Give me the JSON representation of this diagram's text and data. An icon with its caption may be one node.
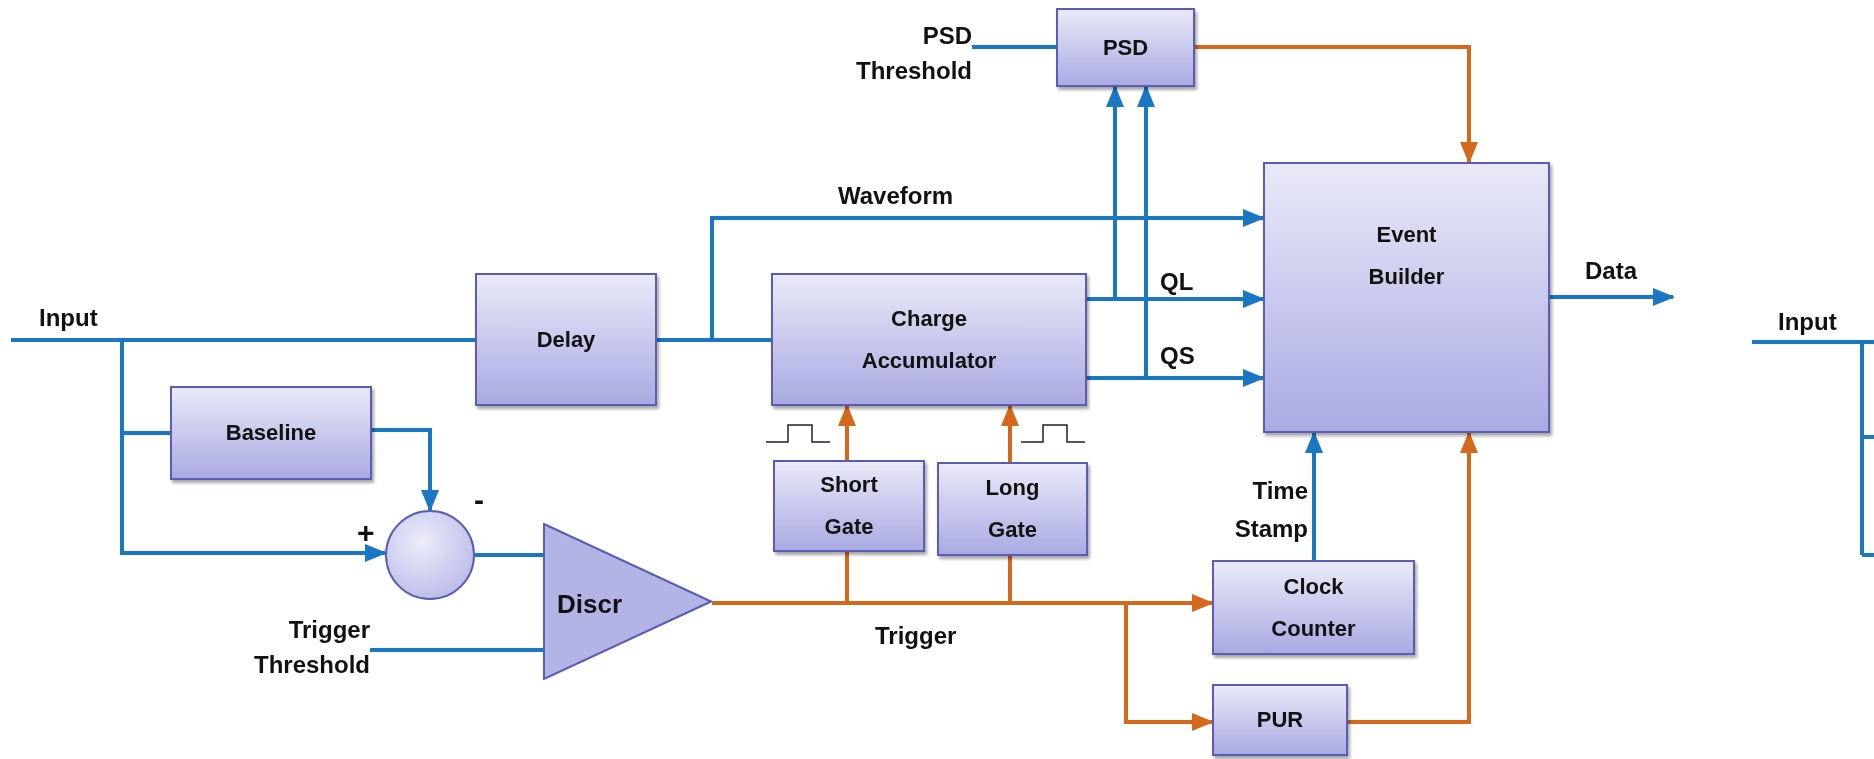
{
  "diagram": {
    "nodes": [
      {
        "text": [
          "Input"
        ]
      },
      {
        "text": [
          "Delay"
        ]
      },
      {
        "text": [
          "Baseline"
        ]
      },
      {
        "text": [],
        "shape": "circle"
      },
      {
        "text": [
          "Discr"
        ]
      },
      {
        "text": [
          "Trigger Threshold"
        ]
      },
      {
        "text": [
          "Charge Accumulator"
        ]
      },
      {
        "text": [
          "Short Gate"
        ]
      },
      {
        "text": [
          "Long Gate"
        ]
      },
      {
        "text": [
          "PSD Threshold"
        ]
      },
      {
        "text": [
          "PSD"
        ]
      },
      {
        "text": [
          "Event Builder"
        ]
      },
      {
        "text": [
          "Clock Counter"
        ]
      },
      {
        "text": [
          "PUR"
        ]
      }
    ],
    "edges": [
      {
        "from": 0,
        "to": 1,
        "arrow": "none"
      },
      {
        "from": 0,
        "to": 2,
        "arrow": "none"
      },
      {
        "from": 0,
        "to": 3,
        "arrow": "to"
      },
      {
        "from": 2,
        "to": 3,
        "arrow": "to"
      },
      {
        "from": 3,
        "to": 4,
        "arrow": "none"
      },
      {
        "from": 5,
        "to": 4,
        "arrow": "none"
      },
      {
        "from": 1,
        "to": 6,
        "arrow": "none"
      },
      {
        "from": 1,
        "to": 11,
        "arrow": "to",
        "label": "Waveform"
      },
      {
        "from": 6,
        "to": 11,
        "arrow": "to",
        "label": "QL"
      },
      {
        "from": 6,
        "to": 10,
        "arrow": "to"
      },
      {
        "from": 6,
        "to": 11,
        "arrow": "to",
        "label": "QS"
      },
      {
        "from": 6,
        "to": 10,
        "arrow": "to"
      },
      {
        "from": 9,
        "to": 10,
        "arrow": "none"
      },
      {
        "from": 10,
        "to": 11,
        "arrow": "to",
        "color": "#d5691b"
      },
      {
        "from": 11,
        "to": null,
        "arrow": "to",
        "label": "Data"
      },
      {
        "from": 12,
        "to": 11,
        "arrow": "to",
        "label": "Time Stamp"
      },
      {
        "from": 13,
        "to": 11,
        "arrow": "to",
        "color": "#d5691b"
      },
      {
        "from": 7,
        "to": 6,
        "arrow": "to",
        "color": "#d5691b"
      },
      {
        "from": 8,
        "to": 6,
        "arrow": "to",
        "color": "#d5691b"
      },
      {
        "from": 4,
        "to": 7,
        "arrow": "none",
        "color": "#d5691b"
      },
      {
        "from": 4,
        "to": 8,
        "arrow": "none",
        "color": "#d5691b"
      },
      {
        "from": 4,
        "to": 12,
        "arrow": "to",
        "color": "#d5691b",
        "label": "Trigger"
      },
      {
        "from": 4,
        "to": 13,
        "arrow": "to",
        "color": "#d5691b"
      }
    ],
    "labels": [
      "+",
      "-",
      "Input"
    ]
  }
}
